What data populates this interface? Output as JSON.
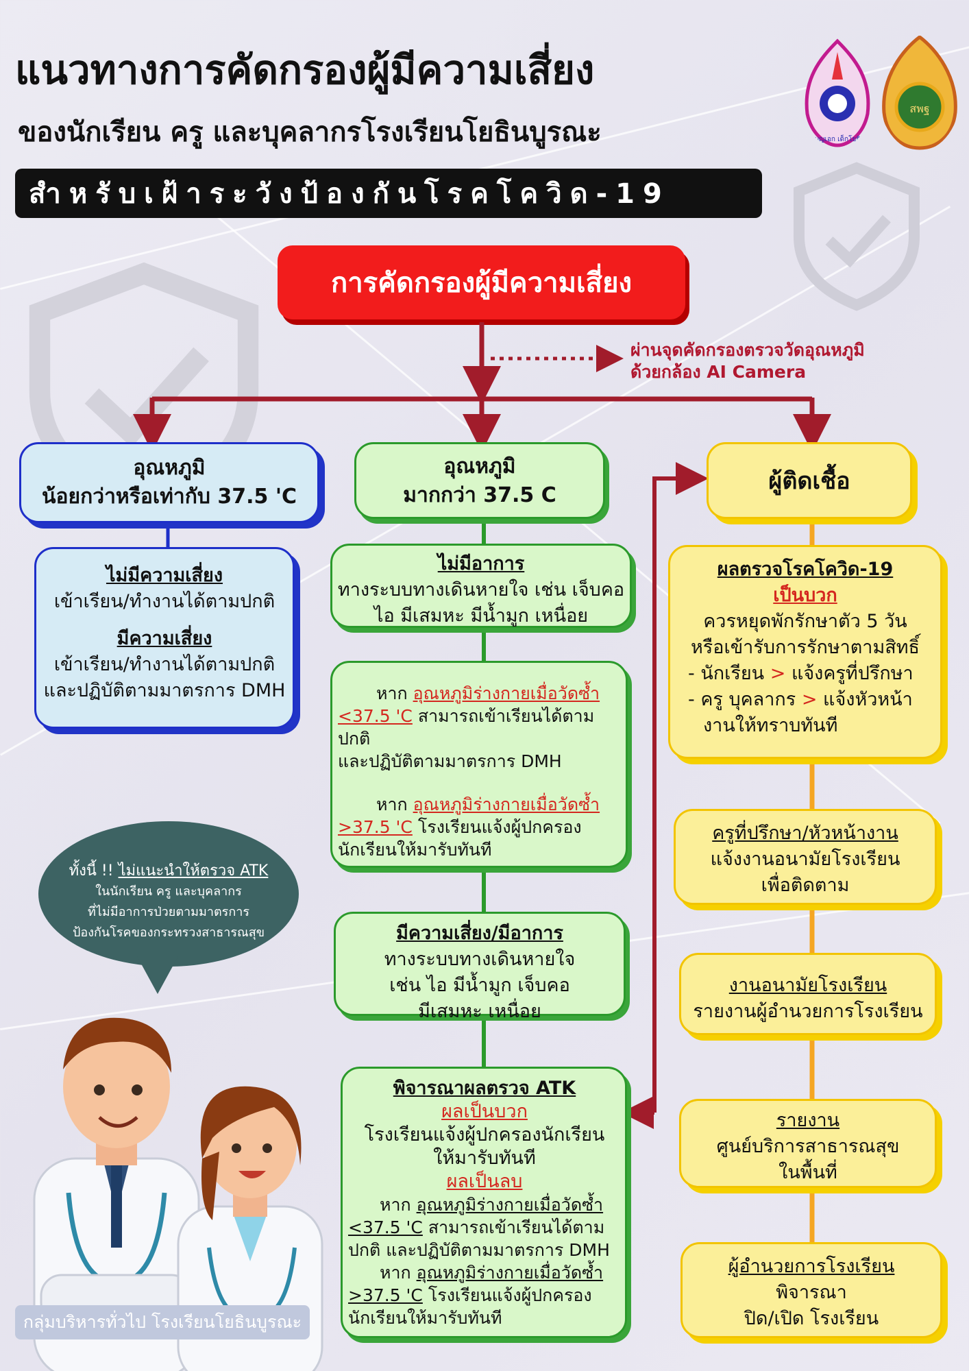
{
  "header": {
    "title_line1": "แนวทางการคัดกรองผู้มีความเสี่ยง",
    "title_line2": "ของนักเรียน ครู และบุคลากรโรงเรียนโยธินบูรณะ",
    "subtitle": "สำหรับเฝ้าระวังป้องกันโรคโควิด-19",
    "logo1_text": "บุญเอก เด็กโยธิ",
    "logo2_text": "สพฐ"
  },
  "root": {
    "label": "การคัดกรองผู้มีความเสี่ยง",
    "side_note_line1": "ผ่านจุดคัดกรองตรวจวัดอุณหภูมิ",
    "side_note_line2": "ด้วยกล้อง AI Camera"
  },
  "left": {
    "head_line1": "อุณหภูมิ",
    "head_line2": "น้อยกว่าหรือเท่ากับ 37.5 'C",
    "no_risk_title": "ไม่มีความเสี่ยง",
    "no_risk_text": "เข้าเรียน/ทำงานได้ตามปกติ",
    "risk_title": "มีความเสี่ยง",
    "risk_text1": "เข้าเรียน/ทำงานได้ตามปกติ",
    "risk_text2": "และปฏิบัติตามมาตรการ DMH"
  },
  "middle": {
    "head_line1": "อุณหภูมิ",
    "head_line2": "มากกว่า 37.5 C",
    "no_symptom_title": "ไม่มีอาการ",
    "no_symptom_line1": "ทางระบบทางเดินหายใจ เช่น เจ็บคอ",
    "no_symptom_line2": "ไอ มีเสมหะ มีน้ำมูก เหนื่อย",
    "recheck": {
      "a_if": "หาก",
      "a_cond": "อุณหภูมิร่างกายเมื่อวัดซ้ำ",
      "a_val": "<37.5 'C",
      "a_text1": "สามารถเข้าเรียนได้ตามปกติ",
      "a_text2": "และปฏิบัติตามมาตรการ DMH",
      "b_if": "หาก",
      "b_cond": "อุณหภูมิร่างกายเมื่อวัดซ้ำ",
      "b_val": ">37.5 'C",
      "b_text1": "โรงเรียนแจ้งผู้ปกครอง",
      "b_text2": "นักเรียนให้มารับทันที"
    },
    "symptom_title": "มีความเสี่ยง/มีอาการ",
    "symptom_line1": "ทางระบบทางเดินหายใจ",
    "symptom_line2": "เช่น ไอ มีน้ำมูก เจ็บคอ",
    "symptom_line3": "มีเสมหะ เหนื่อย",
    "atk": {
      "title": "พิจารณาผลตรวจ ATK",
      "pos_label": "ผลเป็นบวก",
      "pos_line1": "โรงเรียนแจ้งผู้ปกครองนักเรียน",
      "pos_line2": "ให้มารับทันที",
      "neg_label": "ผลเป็นลบ",
      "a_if": "หาก",
      "a_cond": "อุณหภูมิร่างกายเมื่อวัดซ้ำ",
      "a_val": "<37.5 'C",
      "a_text1": "สามารถเข้าเรียนได้ตาม",
      "a_text2": "ปกติ และปฏิบัติตามมาตรการ DMH",
      "b_if": "หาก",
      "b_cond": "อุณหภูมิร่างกายเมื่อวัดซ้ำ",
      "b_val": ">37.5 'C",
      "b_text1": "โรงเรียนแจ้งผู้ปกครอง",
      "b_text2": "นักเรียนให้มารับทันที"
    }
  },
  "right": {
    "head": "ผู้ติดเชื้อ",
    "result_title": "ผลตรวจโรคโควิด-19",
    "result_pos": "เป็นบวก",
    "result_line1": "ควรหยุดพักรักษาตัว 5 วัน",
    "result_line2": "หรือเข้ารับการรักษาตามสิทธิ์",
    "student_a": "- นักเรียน",
    "student_b": "แจ้งครูที่ปรึกษา",
    "staff_a": "- ครู บุคลากร",
    "staff_b": "แจ้งหัวหน้า",
    "staff_c": "งานให้ทราบทันที",
    "gt": ">",
    "advisor_title": "ครูที่ปรึกษา/หัวหน้างาน",
    "advisor_line1": "แจ้งงานอนามัยโรงเรียน",
    "advisor_line2": "เพื่อติดตาม",
    "health_title": "งานอนามัยโรงเรียน",
    "health_line1": "รายงานผู้อำนวยการโรงเรียน",
    "report_title": "รายงาน",
    "report_line1": "ศูนย์บริการสาธารณสุข",
    "report_line2": "ในพื้นที่",
    "director_title": "ผู้อำนวยการโรงเรียน",
    "director_line1": "พิจารณา",
    "director_line2": "ปิด/เปิด โรงเรียน"
  },
  "bubble": {
    "lead": "ทั้งนี้ !!",
    "lead_u": "ไม่แนะนำให้ตรวจ ATK",
    "line1": "ในนักเรียน ครู และบุคลากร",
    "line2": "ที่ไม่มีอาการป่วยตามมาตรการ",
    "line3": "ป้องกันโรคของกระทรวงสาธารณสุข"
  },
  "footer": "กลุ่มบริหารทั่วไป โรงเรียนโยธินบูรณะ",
  "colors": {
    "red": "#f21c1c",
    "arrow": "#a11c2b",
    "blue_border": "#1e2fc9",
    "green_border": "#2b9a2b",
    "yellow_border": "#f2c400",
    "orange_line": "#f5a623"
  }
}
